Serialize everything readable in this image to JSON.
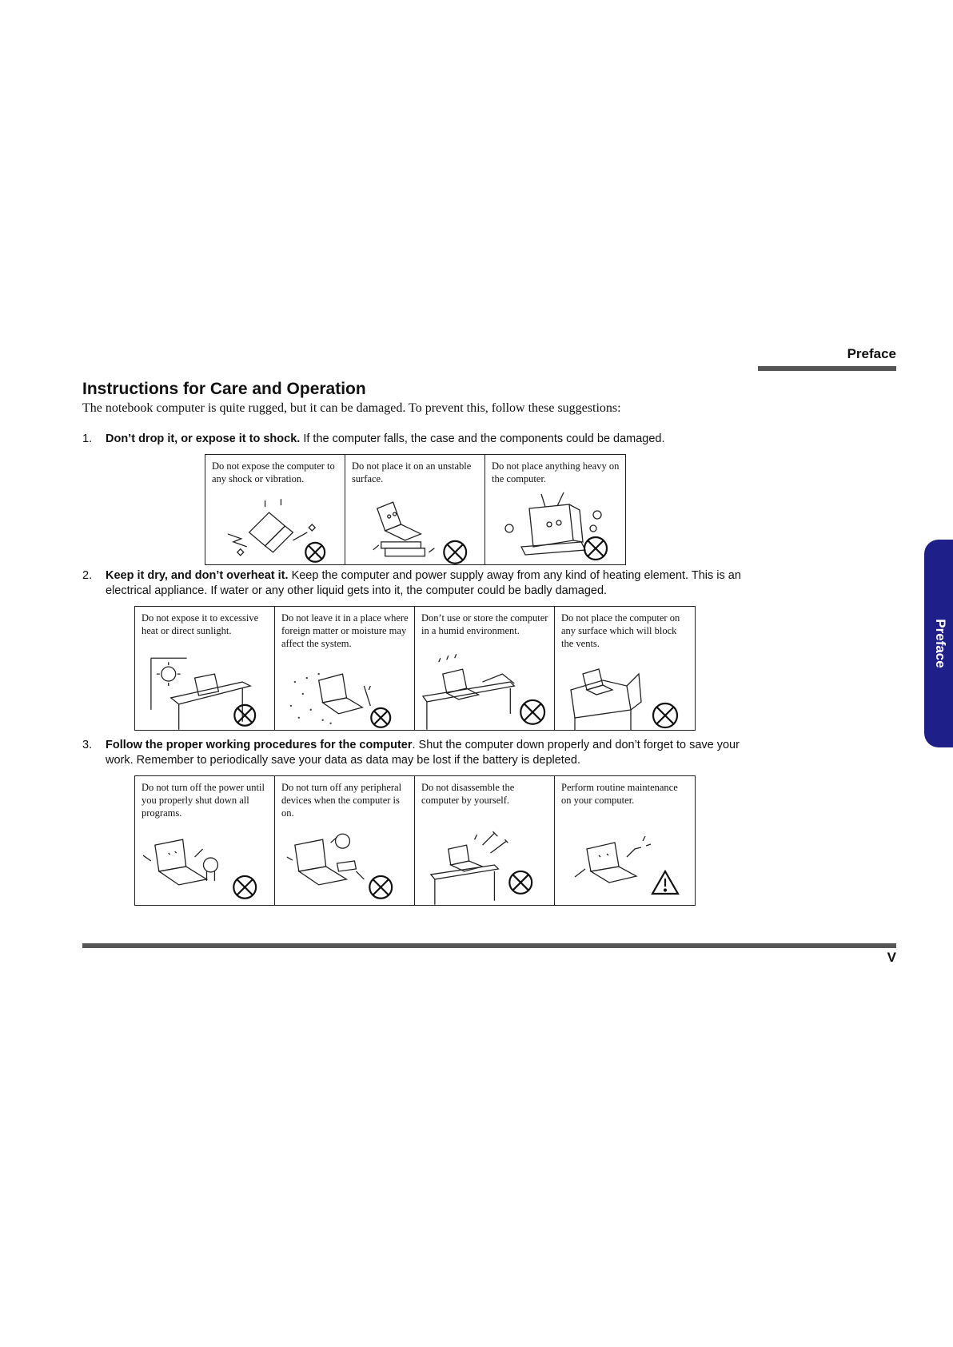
{
  "header": {
    "section": "Preface"
  },
  "side_tab": {
    "label": "Preface"
  },
  "title": "Instructions for Care and Operation",
  "intro": "The notebook computer is quite rugged, but it can be damaged. To prevent this, follow these suggestions:",
  "items": [
    {
      "number": "1.",
      "lead": "Don’t drop it, or expose it to shock.",
      "text": " If the computer falls, the case and the components could be damaged.",
      "cells": [
        {
          "caption": "Do not expose the computer to any shock or vibration.",
          "icon": "prohibited-icon"
        },
        {
          "caption": "Do not place it on an unstable surface.",
          "icon": "prohibited-icon"
        },
        {
          "caption": "Do not place anything heavy on the computer.",
          "icon": "prohibited-icon"
        }
      ]
    },
    {
      "number": "2.",
      "lead": "Keep it dry, and don’t overheat it.",
      "text": " Keep the computer and power supply away from any kind of heating element. This is an electrical appliance. If water or any other liquid gets into it, the computer could be badly damaged.",
      "cells": [
        {
          "caption": "Do not expose it to excessive heat or direct sunlight.",
          "icon": "prohibited-icon"
        },
        {
          "caption": "Do not leave it in a place where foreign matter or moisture may affect the system.",
          "icon": "prohibited-icon"
        },
        {
          "caption": "Don’t use or store the computer in a humid environment.",
          "icon": "prohibited-icon"
        },
        {
          "caption": "Do not place the computer on any surface which will block the vents.",
          "icon": "prohibited-icon"
        }
      ]
    },
    {
      "number": "3.",
      "lead": "Follow the proper working procedures for the computer",
      "text": ". Shut the computer down properly and don’t forget to save your work. Remember to periodically save your data as data may be lost if the battery is depleted.",
      "cells": [
        {
          "caption": "Do not turn off the power until you properly shut down all programs.",
          "icon": "prohibited-icon"
        },
        {
          "caption": "Do not turn off any peripheral devices when the computer is on.",
          "icon": "prohibited-icon"
        },
        {
          "caption": "Do not disassemble the computer by yourself.",
          "icon": "prohibited-icon"
        },
        {
          "caption": "Perform routine maintenance on your computer.",
          "icon": "warning-icon"
        }
      ]
    }
  ],
  "footer": {
    "page_number": "V"
  }
}
